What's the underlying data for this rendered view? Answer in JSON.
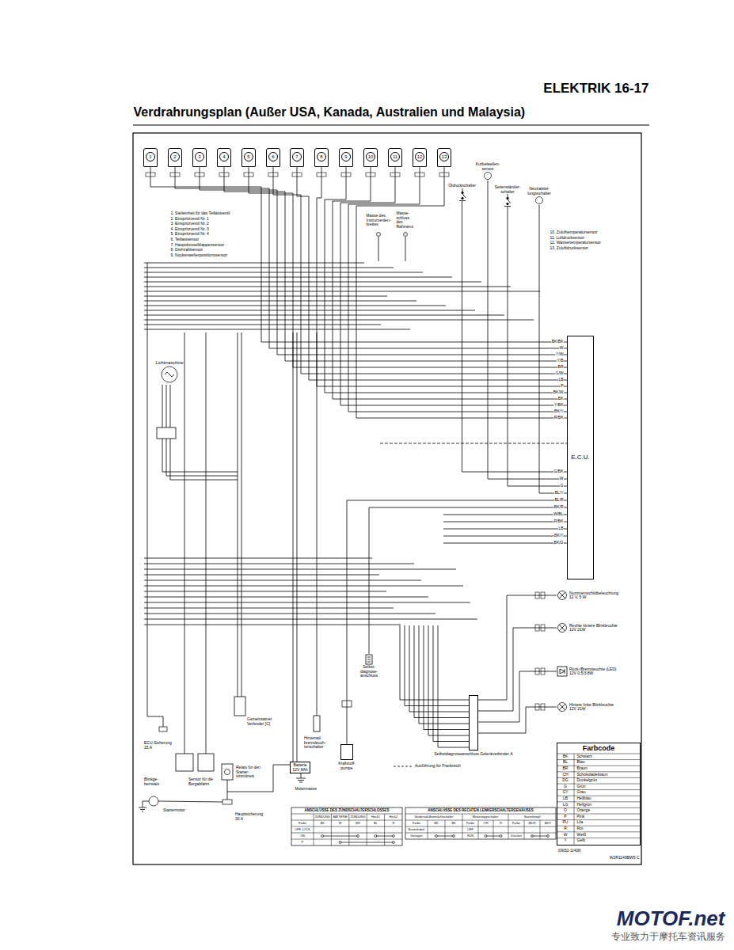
{
  "diagram": {
    "title": "Verdrahrungsplan (Außer USA, Kanada, Australien und Malaysia)",
    "nodes": [
      {
        "text": [
          "E.C.U."
        ]
      },
      {
        "text": [
          "1"
        ]
      },
      {
        "text": [
          "2"
        ]
      },
      {
        "text": [
          "3"
        ]
      },
      {
        "text": [
          "4"
        ]
      },
      {
        "text": [
          "5"
        ]
      },
      {
        "text": [
          "6"
        ]
      },
      {
        "text": [
          "7"
        ]
      },
      {
        "text": [
          "8"
        ]
      },
      {
        "text": [
          "9"
        ]
      },
      {
        "text": [
          "10"
        ]
      },
      {
        "text": [
          "11"
        ]
      },
      {
        "text": [
          "12"
        ]
      },
      {
        "text": [
          "13"
        ]
      },
      {
        "text": [
          "Kurbelwellen- sensor"
        ]
      },
      {
        "text": [
          "Öldruckschalter"
        ]
      },
      {
        "text": [
          "Seitenständer- schalter"
        ]
      },
      {
        "text": [
          "Neutralstel- lungsschalter"
        ]
      },
      {
        "text": [
          "Lichtmaschine"
        ]
      },
      {
        "text": [
          "Nummernschildbeleuchtung",
          "12 V, 5 W"
        ]
      },
      {
        "text": [
          "Rechte hintere Blinkleuchte",
          "12V 21W"
        ]
      },
      {
        "text": [
          "Rück-/Bremsleuchte (LED)",
          "12V 0,5/3,8W"
        ]
      },
      {
        "text": [
          "Hintere linke Blinkleuchte",
          "12V 21W"
        ]
      },
      {
        "text": [
          "Selbstdiagnoseanschluss Gelenkverbinder A"
        ]
      },
      {
        "text": [
          "Selbst- diagnose- anschluss"
        ]
      },
      {
        "text": [
          "Gemeinsamer Verbinder [C]"
        ]
      },
      {
        "text": [
          "Batterie",
          "12V 8Ah"
        ]
      },
      {
        "text": [
          "Hinterrad- bremsleuch- tenschalter"
        ]
      },
      {
        "text": [
          "Kraftstoff- pumpe"
        ]
      },
      {
        "text": [
          "ECU-Sicherung",
          "15 A"
        ]
      },
      {
        "text": [
          "Blinkge- berrelais"
        ]
      },
      {
        "text": [
          "Sensor für die Bergabfahrt"
        ]
      },
      {
        "text": [
          "Relais für den Starter- stromkreis"
        ]
      },
      {
        "text": [
          "Hauptsicherung",
          "30 A"
        ]
      },
      {
        "text": [
          "Startermotor"
        ]
      },
      {
        "text": [
          "Farbcode"
        ]
      }
    ],
    "edges": [
      {
        "from": 1,
        "to": 0,
        "arrow": "none"
      },
      {
        "from": 2,
        "to": 0,
        "arrow": "none"
      },
      {
        "from": 3,
        "to": 0,
        "arrow": "none"
      },
      {
        "from": 4,
        "to": 0,
        "arrow": "none"
      },
      {
        "from": 5,
        "to": 0,
        "arrow": "none"
      },
      {
        "from": 6,
        "to": 0,
        "arrow": "none"
      },
      {
        "from": 7,
        "to": 0,
        "arrow": "none"
      },
      {
        "from": 8,
        "to": 0,
        "arrow": "none"
      },
      {
        "from": 9,
        "to": 0,
        "arrow": "none"
      },
      {
        "from": 10,
        "to": 0,
        "arrow": "none"
      },
      {
        "from": 11,
        "to": 0,
        "arrow": "none"
      },
      {
        "from": 12,
        "to": 0,
        "arrow": "none"
      },
      {
        "from": 13,
        "to": 0,
        "arrow": "none"
      },
      {
        "from": 14,
        "to": 0,
        "arrow": "none"
      },
      {
        "from": 15,
        "to": 0,
        "arrow": "none"
      },
      {
        "from": 16,
        "to": 0,
        "arrow": "none"
      },
      {
        "from": 17,
        "to": 0,
        "arrow": "none"
      },
      {
        "from": 28,
        "to": 0,
        "arrow": "none"
      },
      {
        "from": 24,
        "to": 0,
        "arrow": "none"
      },
      {
        "from": 19,
        "to": 23,
        "arrow": "none"
      },
      {
        "from": 20,
        "to": 23,
        "arrow": "none"
      },
      {
        "from": 21,
        "to": 23,
        "arrow": "none"
      },
      {
        "from": 22,
        "to": 23,
        "arrow": "none"
      }
    ],
    "labels": [
      "ELEKTRIK 16-17",
      "1. Stelleinheit für das Teillastventil",
      "2. Einspritzventil Nr. 1",
      "3. Einspritzventil Nr. 2",
      "4. Einspritzventil Nr. 3",
      "5. Einspritzventil Nr. 4",
      "6. Teillastsensor",
      "7. Hauptdrosselklappensensor",
      "8. Drehzahlsensor",
      "9. Nockenwellenpositionssensor",
      "10. Zulufttemperatursensor",
      "11. Luftdrucksensor",
      "12. Wassertemperatursensor",
      "13. Zuluftdrucksensor",
      "BK/BK",
      "W",
      "Y/W",
      "Y/B",
      "BR",
      "G/W",
      "LB",
      "P",
      "BK/W",
      "BK",
      "Y/BK",
      "BK/Y",
      "R/BK",
      "G/BK",
      "W",
      "G",
      "BL/Y",
      "BL/R",
      "BK/R",
      "W/BL",
      "R/BK",
      "LB",
      "BK/Y",
      "BK/G",
      "BK",
      "Schwarz",
      "BL",
      "Blau",
      "BR",
      "Braun",
      "CH",
      "Schokoladebraun",
      "DG",
      "Dunkelgrün",
      "G",
      "Grün",
      "GY",
      "Grau",
      "LB",
      "Hellblau",
      "LG",
      "Hellgrün",
      "O",
      "Orange",
      "P",
      "Pink",
      "PU",
      "Lila",
      "R",
      "Rot",
      "W",
      "Weiß",
      "Y",
      "Gelb",
      "ANSCHLÜSSE DES ZÜNDSCHALTERSCHLOSSES",
      "ZÜNDUNG",
      "BATTERIE",
      "ZÜNDUNG",
      "Heck1",
      "Heck2",
      "Farbe",
      "BK",
      "W",
      "BR",
      "BL",
      "R",
      "OFF, LOCK",
      "ON",
      "P",
      "ANSCHLÜSSE DES RECHTEN LENKERSCHALTERGEHÄUSES",
      "Vorderrad-Bremslichtschalter",
      "Motorstoppschalter",
      "Starterknopf",
      "Farbe",
      "BK",
      "BK",
      "Farbe",
      "Y/R",
      "R",
      "Farbe",
      "BK/R",
      "BK/Y",
      "Bremshebel",
      "OFF",
      "Gezogen",
      "RUN",
      "Drücken",
      "Masse des Instrumenten- brettes",
      "Masse- schluss des Rahmens",
      "Motormasse",
      "(09052-11408)",
      "W2R1149BW5 C",
      "MOTOF.net",
      "专业致力于摩托车资讯服务"
    ],
    "legend": [
      {
        "text": "Ausführung für Frankreich"
      }
    ]
  }
}
